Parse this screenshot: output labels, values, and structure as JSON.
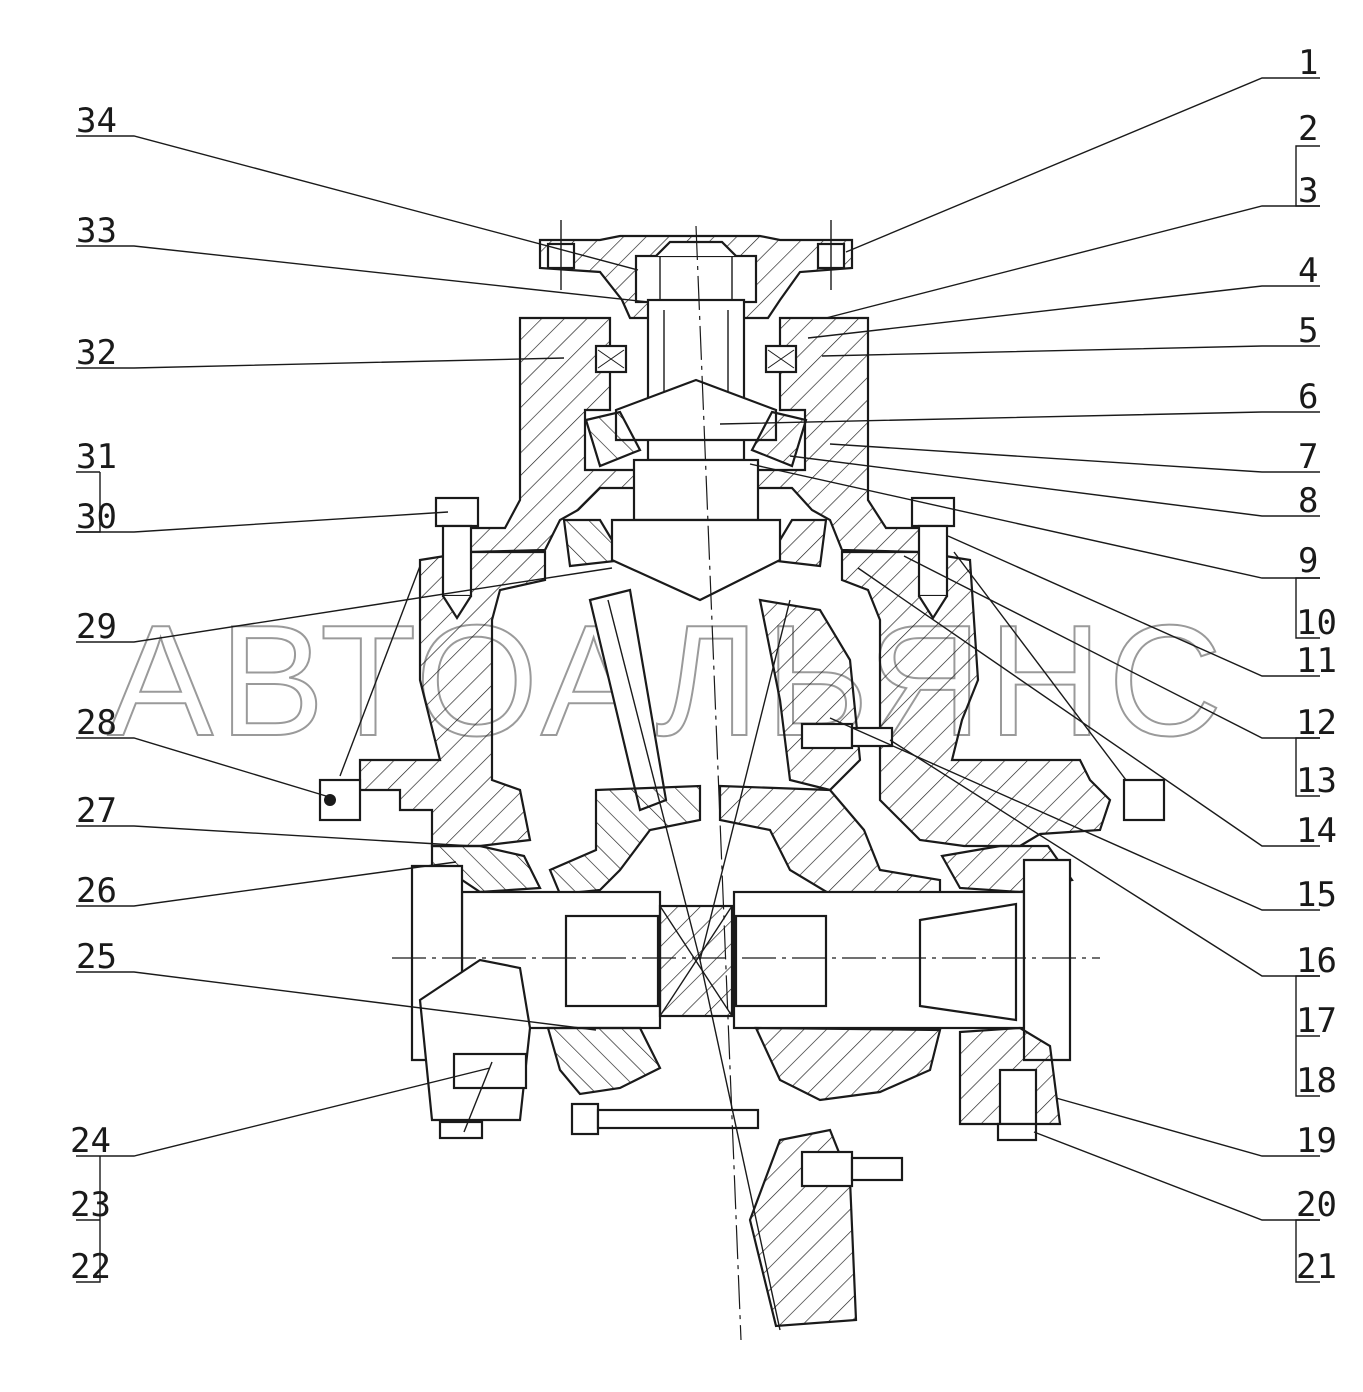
{
  "watermark": "АВТОАЛЬЯНС",
  "labels_left": [
    "34",
    "33",
    "32",
    "31",
    "30",
    "29",
    "28",
    "27",
    "26",
    "25",
    "24",
    "23",
    "22"
  ],
  "labels_right": [
    "1",
    "2",
    "3",
    "4",
    "5",
    "6",
    "7",
    "8",
    "9",
    "10",
    "11",
    "12",
    "13",
    "14",
    "15",
    "16",
    "17",
    "18",
    "19",
    "20",
    "21"
  ]
}
